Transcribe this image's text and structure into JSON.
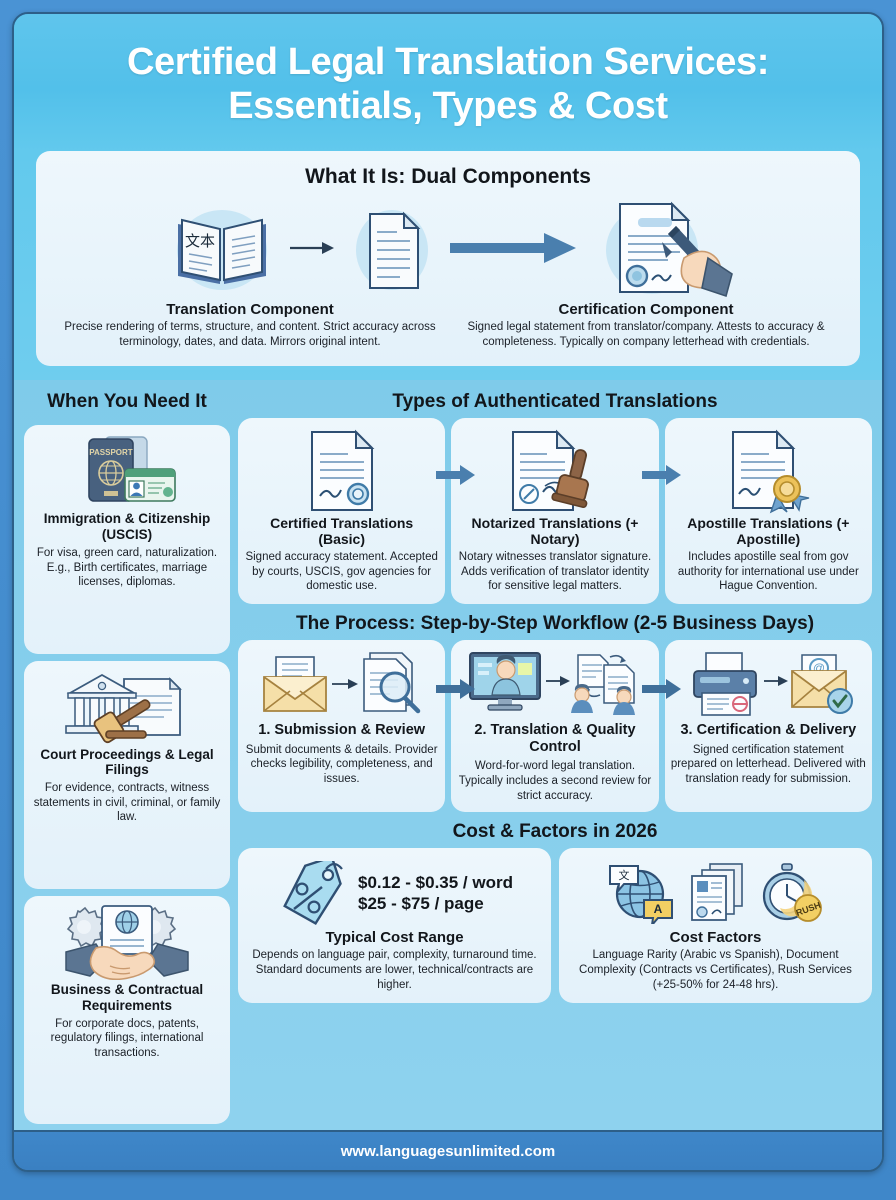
{
  "header": {
    "title_line1": "Certified Legal Translation Services:",
    "title_line2": "Essentials, Types & Cost"
  },
  "dual": {
    "heading": "What It Is: Dual Components",
    "left": {
      "title": "Translation Component",
      "desc": "Precise rendering of terms, structure, and content. Strict accuracy across terminology, dates, and data. Mirrors original intent."
    },
    "right": {
      "title": "Certification Component",
      "desc": "Signed legal statement from translator/company. Attests to accuracy & completeness. Typically on company letterhead with credentials."
    },
    "book_glyph": "文本"
  },
  "when": {
    "heading": "When You Need It",
    "cards": [
      {
        "icon": "passport-id-icon",
        "title": "Immigration & Citizenship (USCIS)",
        "desc": "For visa, green card, naturalization. E.g., Birth certificates, marriage licenses, diplomas.",
        "passport_label": "PASSPORT"
      },
      {
        "icon": "courthouse-gavel-icon",
        "title": "Court Proceedings & Legal Filings",
        "desc": "For evidence, contracts, witness statements in civil, criminal, or family law."
      },
      {
        "icon": "handshake-contract-icon",
        "title": "Business & Contractual Requirements",
        "desc": "For corporate docs, patents, regulatory filings, international transactions."
      }
    ]
  },
  "types": {
    "heading": "Types of Authenticated Translations",
    "cards": [
      {
        "icon": "certified-seal-document-icon",
        "title": "Certified Translations (Basic)",
        "desc": "Signed accuracy statement. Accepted by courts, USCIS, gov agencies for domestic use."
      },
      {
        "icon": "notary-stamp-document-icon",
        "title": "Notarized Translations (+ Notary)",
        "desc": "Notary witnesses translator signature. Adds verification of translator identity for sensitive legal matters."
      },
      {
        "icon": "apostille-rosette-document-icon",
        "title": "Apostille Translations (+ Apostille)",
        "desc": "Includes apostille seal from gov authority for international use under Hague Convention."
      }
    ]
  },
  "process": {
    "heading": "The Process: Step-by-Step Workflow (2-5 Business Days)",
    "steps": [
      {
        "icon": "envelope-magnifier-icon",
        "title": "1. Submission & Review",
        "desc": "Submit documents & details. Provider checks legibility, completeness, and issues."
      },
      {
        "icon": "monitor-translator-review-icon",
        "title": "2. Translation & Quality Control",
        "desc": "Word-for-word legal translation. Typically includes a second review for strict accuracy."
      },
      {
        "icon": "printer-email-check-icon",
        "title": "3. Certification & Delivery",
        "desc": "Signed certification statement prepared on letterhead. Delivered with translation ready for submission."
      }
    ]
  },
  "cost": {
    "heading": "Cost & Factors in 2026",
    "range_card": {
      "icon": "price-tag-percent-icon",
      "price_word": "$0.12 - $0.35 / word",
      "price_page": "$25 - $75 / page",
      "title": "Typical Cost Range",
      "desc": "Depends on language pair, complexity, turnaround time. Standard documents are lower, technical/contracts are higher."
    },
    "factors_card": {
      "icons": [
        "globe-translate-icon",
        "stacked-documents-icon",
        "stopwatch-rush-icon"
      ],
      "title": "Cost Factors",
      "desc": "Language Rarity (Arabic vs Spanish), Document Complexity (Contracts vs Certificates), Rush Services (+25-50% for 24-48 hrs).",
      "stopwatch_label": "RUSH",
      "globe_glyph": "文",
      "globe_letter": "A"
    }
  },
  "footer": {
    "url": "www.languagesunlimited.com"
  },
  "colors": {
    "outer_blue": "#3f87c9",
    "hero_blue": "#52c0ea",
    "section_blue": "#87cdea",
    "card_bg": "#e6f2fa",
    "arrow_blue": "#4a7fae",
    "ink": "#12161b"
  }
}
